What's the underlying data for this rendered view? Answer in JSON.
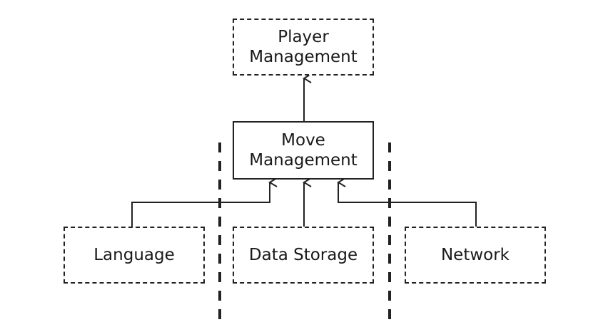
{
  "diagram": {
    "player_management": {
      "line1": "Player",
      "line2": "Management"
    },
    "move_management": {
      "line1": "Move",
      "line2": "Management"
    },
    "language": {
      "label": "Language"
    },
    "data_storage": {
      "label": "Data Storage"
    },
    "network": {
      "label": "Network"
    }
  },
  "colors": {
    "line": "#222222",
    "text": "#1a1a1a",
    "background": "#ffffff"
  }
}
